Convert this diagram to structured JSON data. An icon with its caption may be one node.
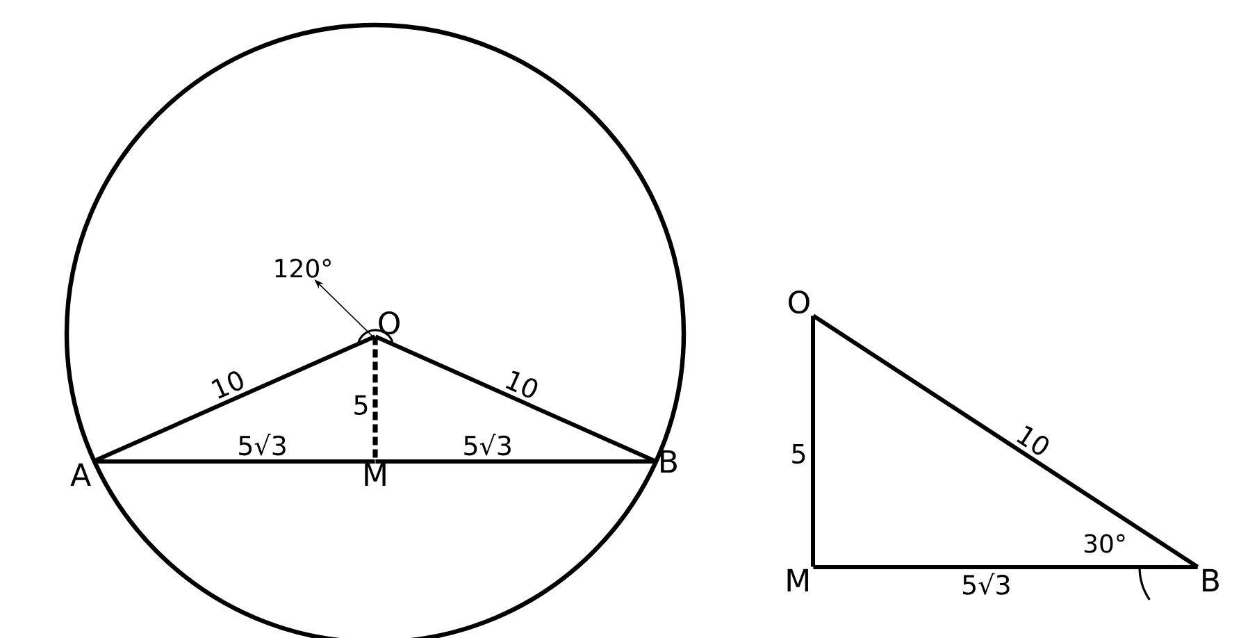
{
  "diagram": {
    "nodes": [
      {
        "text": [
          "O"
        ]
      },
      {
        "text": [
          "A"
        ]
      },
      {
        "text": [
          "M"
        ]
      },
      {
        "text": [
          "B"
        ]
      },
      {
        "text": [],
        "shape": "arc"
      },
      {
        "text": [
          "120°"
        ]
      },
      {
        "text": [
          "O"
        ]
      },
      {
        "text": [
          "M"
        ]
      },
      {
        "text": [
          "B"
        ]
      }
    ],
    "edges": [
      {
        "from": 0,
        "to": 1,
        "arrow": "none",
        "label": "10"
      },
      {
        "from": 0,
        "to": 3,
        "arrow": "none",
        "label": "10"
      },
      {
        "from": 1,
        "to": 2,
        "arrow": "none",
        "label": "5√3"
      },
      {
        "from": 2,
        "to": 3,
        "arrow": "none",
        "label": "5√3"
      },
      {
        "from": 0,
        "to": 2,
        "arrow": "none",
        "label": "5",
        "style": "dashed"
      },
      {
        "from": 4,
        "to": 5,
        "arrow": "to"
      },
      {
        "from": 6,
        "to": 7,
        "arrow": "none",
        "label": "5"
      },
      {
        "from": 7,
        "to": 8,
        "arrow": "none",
        "label": "5√3"
      },
      {
        "from": 6,
        "to": 8,
        "arrow": "none",
        "label": "10"
      }
    ],
    "labels": [
      "30°"
    ]
  }
}
